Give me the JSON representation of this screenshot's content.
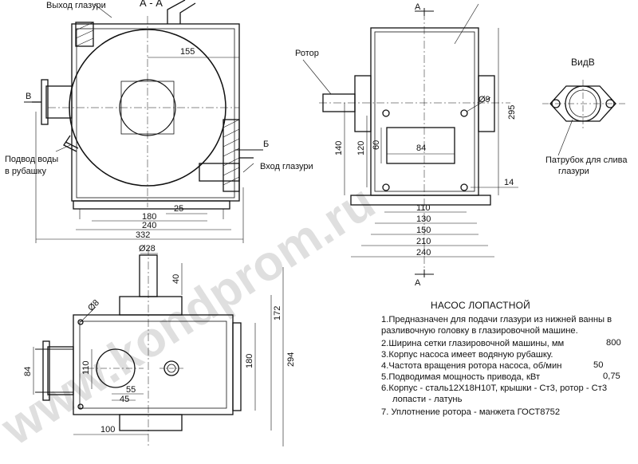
{
  "labels": {
    "section_aa_top": "А - А",
    "glaze_outlet": "Выход глазури",
    "glaze_inlet": "Вход глазури",
    "water_inlet_1": "Подвод воды",
    "water_inlet_2": "в рубашку",
    "arrow_b_left": "В",
    "arrow_b_right": "Б",
    "rotor": "Ротор",
    "view_b": "ВидВ",
    "drain_pipe_1": "Патрубок для слива",
    "drain_pipe_2": "глазури",
    "arrow_a_top": "А",
    "arrow_a_bottom": "А",
    "watermark": "www.kondprom.ru"
  },
  "dimensions": {
    "front_155": "155",
    "front_180": "180",
    "front_25": "25",
    "front_240": "240",
    "front_332": "332",
    "side_295": "295",
    "side_140": "140",
    "side_120": "120",
    "side_60": "60",
    "side_84": "84",
    "side_14": "14",
    "side_dia9": "Ø9",
    "side_110": "110",
    "side_130": "130",
    "side_150": "150",
    "side_210": "210",
    "side_240": "240",
    "plan_dia28": "Ø28",
    "plan_40": "40",
    "plan_172": "172",
    "plan_294": "294",
    "plan_180": "180",
    "plan_110": "110",
    "plan_84": "84",
    "plan_dia8": "Ø8",
    "plan_55": "55",
    "plan_45": "45",
    "plan_100": "100"
  },
  "spec": {
    "title": "НАСОС ЛОПАСТНОЙ",
    "line1": "1.Предназначен для подачи глазури из нижней ванны в",
    "line2": "разливочную головку в глазировочной машине.",
    "line3": "2.Ширина сетки глазировочной машины, мм",
    "value3": "800",
    "line4": "3.Корпус насоса имеет водяную рубашку.",
    "line5": "4.Частота вращения ротора насоса, об/мин",
    "value5": "50",
    "line6": "5.Подводимая мощность привода, кВт",
    "value6": "0,75",
    "line7": "6.Корпус - сталь12Х18Н10Т, крышки - Ст3, ротор - Ст3",
    "line8": "лопасти - латунь",
    "line9": "7. Уплотнение ротора - манжета ГОСТ8752"
  }
}
